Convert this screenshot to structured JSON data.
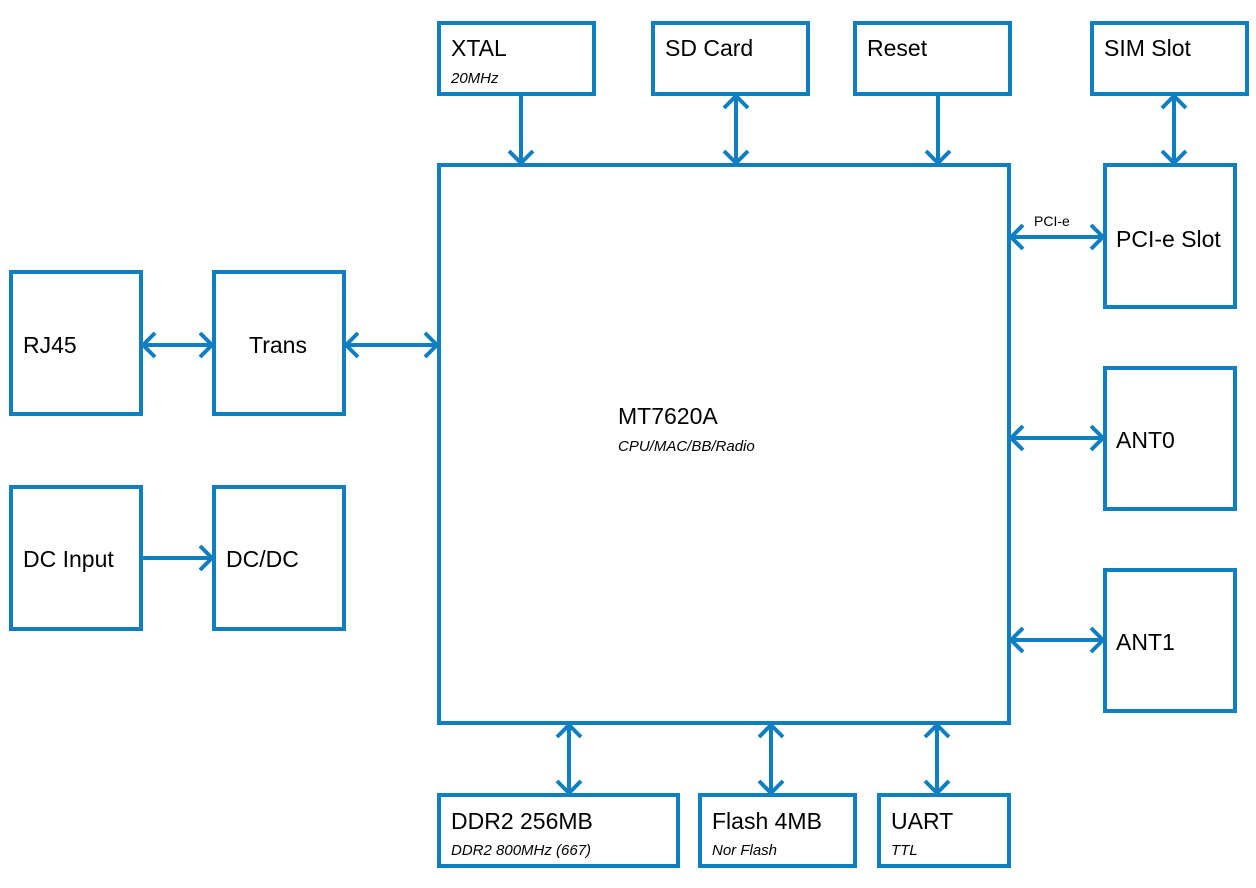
{
  "colors": {
    "line": "#0f7fc2",
    "text": "#000000",
    "background": "#ffffff"
  },
  "cpu": {
    "title": "MT7620A",
    "subtitle": "CPU/MAC/BB/Radio"
  },
  "top": {
    "xtal": {
      "title": "XTAL",
      "subtitle": "20MHz"
    },
    "sdcard": {
      "title": "SD Card"
    },
    "reset": {
      "title": "Reset"
    },
    "sim": {
      "title": "SIM Slot"
    }
  },
  "right": {
    "pcie": {
      "title": "PCI-e Slot",
      "link_label": "PCI-e"
    },
    "ant0": {
      "title": "ANT0"
    },
    "ant1": {
      "title": "ANT1"
    }
  },
  "left": {
    "rj45": {
      "title": "RJ45"
    },
    "trans": {
      "title": "Trans"
    },
    "dcinput": {
      "title": "DC Input"
    },
    "dcdc": {
      "title": "DC/DC"
    }
  },
  "bottom": {
    "ddr2": {
      "title": "DDR2 256MB",
      "subtitle": "DDR2 800MHz (667)"
    },
    "flash": {
      "title": "Flash 4MB",
      "subtitle": "Nor Flash"
    },
    "uart": {
      "title": "UART",
      "subtitle": "TTL"
    }
  }
}
